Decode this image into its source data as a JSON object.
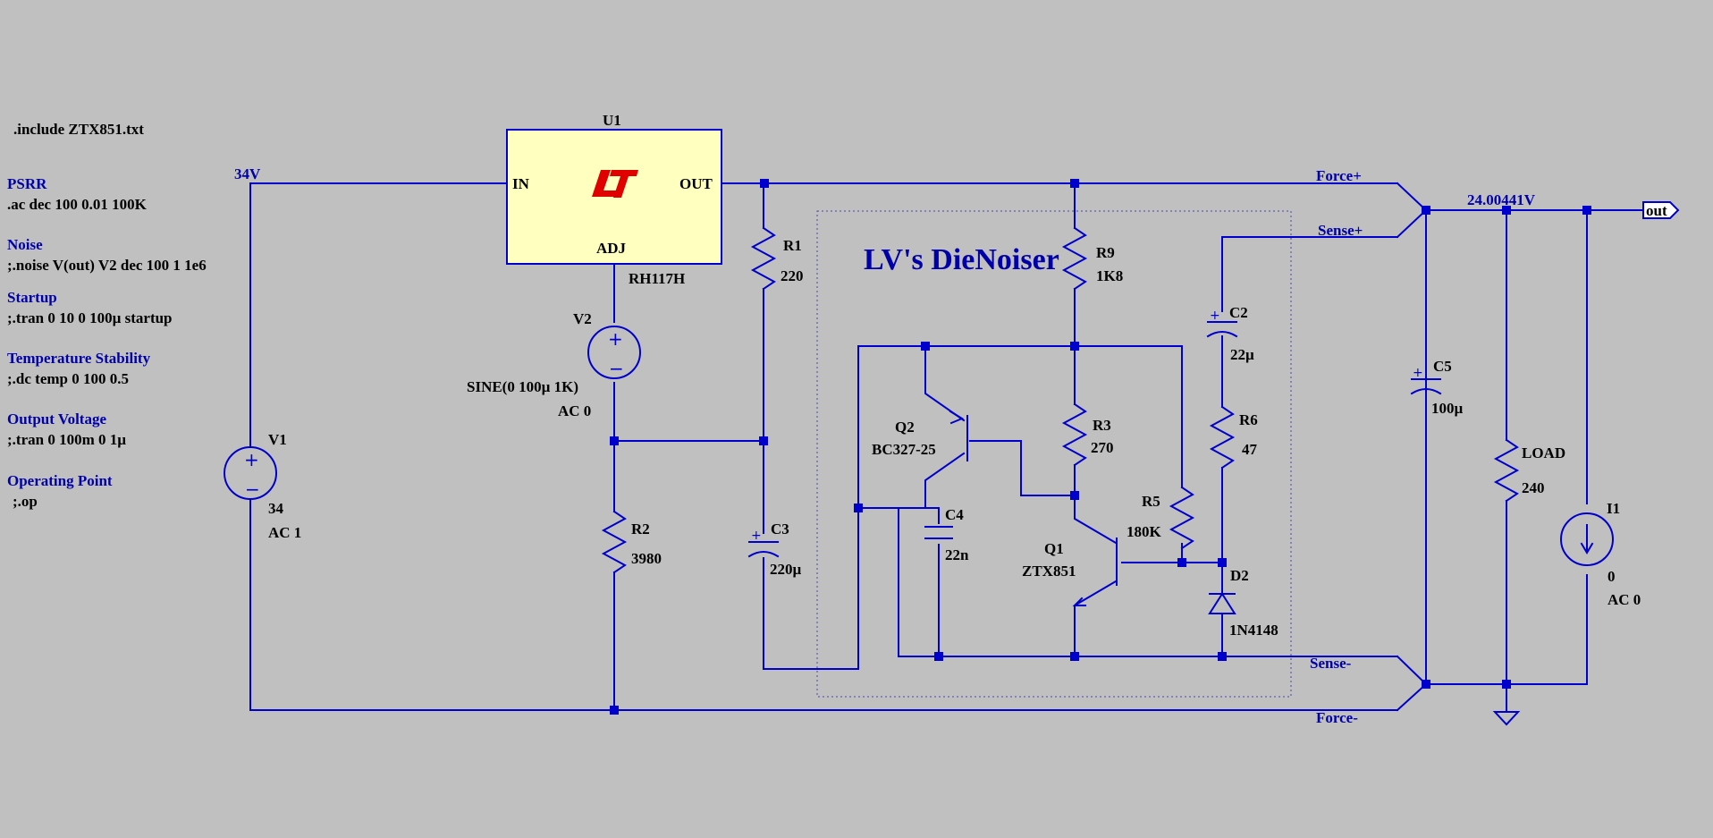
{
  "directives": {
    "include": ".include ZTX851.txt",
    "groups": [
      {
        "title": "PSRR",
        "command": ".ac dec 100 0.01 100K"
      },
      {
        "title": "Noise",
        "command": ";.noise V(out) V2 dec 100 1 1e6"
      },
      {
        "title": "Startup",
        "command": ";.tran 0 10 0 100µ startup"
      },
      {
        "title": "Temperature Stability",
        "command": ";.dc temp 0 100 0.5"
      },
      {
        "title": "Output Voltage",
        "command": ";.tran 0 100m 0 1µ"
      },
      {
        "title": "Operating Point",
        "command": ";.op"
      }
    ]
  },
  "title": "LV's DieNoiser",
  "net_labels": {
    "input": "34V",
    "output_voltage": "24.00441V",
    "force_plus": "Force+",
    "sense_plus": "Sense+",
    "sense_minus": "Sense-",
    "force_minus": "Force-",
    "out_port": "out"
  },
  "regulator": {
    "name": "U1",
    "model": "RH117H",
    "pin_in": "IN",
    "pin_out": "OUT",
    "pin_adj": "ADJ",
    "logo": "LT",
    "logo_color": "#e00000"
  },
  "components": {
    "V1": {
      "name": "V1",
      "value": "34",
      "value2": "AC 1"
    },
    "V2": {
      "name": "V2",
      "value": "SINE(0 100µ 1K)",
      "value2": "AC 0"
    },
    "R1": {
      "name": "R1",
      "value": "220"
    },
    "R2": {
      "name": "R2",
      "value": "3980"
    },
    "C3": {
      "name": "C3",
      "value": "220µ"
    },
    "R9": {
      "name": "R9",
      "value": "1K8"
    },
    "C2": {
      "name": "C2",
      "value": "22µ"
    },
    "R6": {
      "name": "R6",
      "value": "47"
    },
    "R3": {
      "name": "R3",
      "value": "270"
    },
    "Q2": {
      "name": "Q2",
      "value": "BC327-25"
    },
    "C4": {
      "name": "C4",
      "value": "22n"
    },
    "R5": {
      "name": "R5",
      "value": "180K"
    },
    "Q1": {
      "name": "Q1",
      "value": "ZTX851"
    },
    "D2": {
      "name": "D2",
      "value": "1N4148"
    },
    "C5": {
      "name": "C5",
      "value": "100µ"
    },
    "LOAD": {
      "name": "LOAD",
      "value": "240"
    },
    "I1": {
      "name": "I1",
      "value": "0",
      "value2": "AC 0"
    }
  },
  "colors": {
    "wire": "#0000cc",
    "background": "#c0c0c0",
    "regulator_fill": "#ffffc0",
    "label_blue": "#0000aa"
  }
}
